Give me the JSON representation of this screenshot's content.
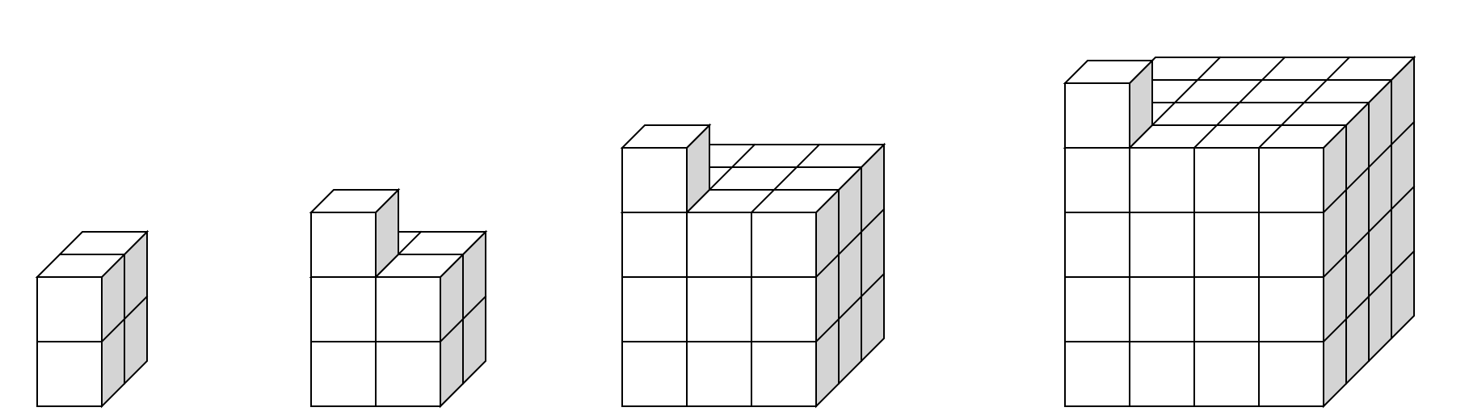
{
  "figure": {
    "kind": "cube-stack-sequence",
    "colors": {
      "background": "#ffffff",
      "front_face": "#ffffff",
      "top_face": "#ffffff",
      "side_face": "#d4d4d4",
      "stroke": "#000000"
    },
    "stages": [
      {
        "width": 1,
        "height": 2,
        "depth": 2,
        "extra_cube": false
      },
      {
        "width": 2,
        "height": 3,
        "depth": 2,
        "extra_cube": true
      },
      {
        "width": 3,
        "height": 4,
        "depth": 3,
        "extra_cube": true
      },
      {
        "width": 4,
        "height": 5,
        "depth": 4,
        "extra_cube": true
      }
    ]
  }
}
